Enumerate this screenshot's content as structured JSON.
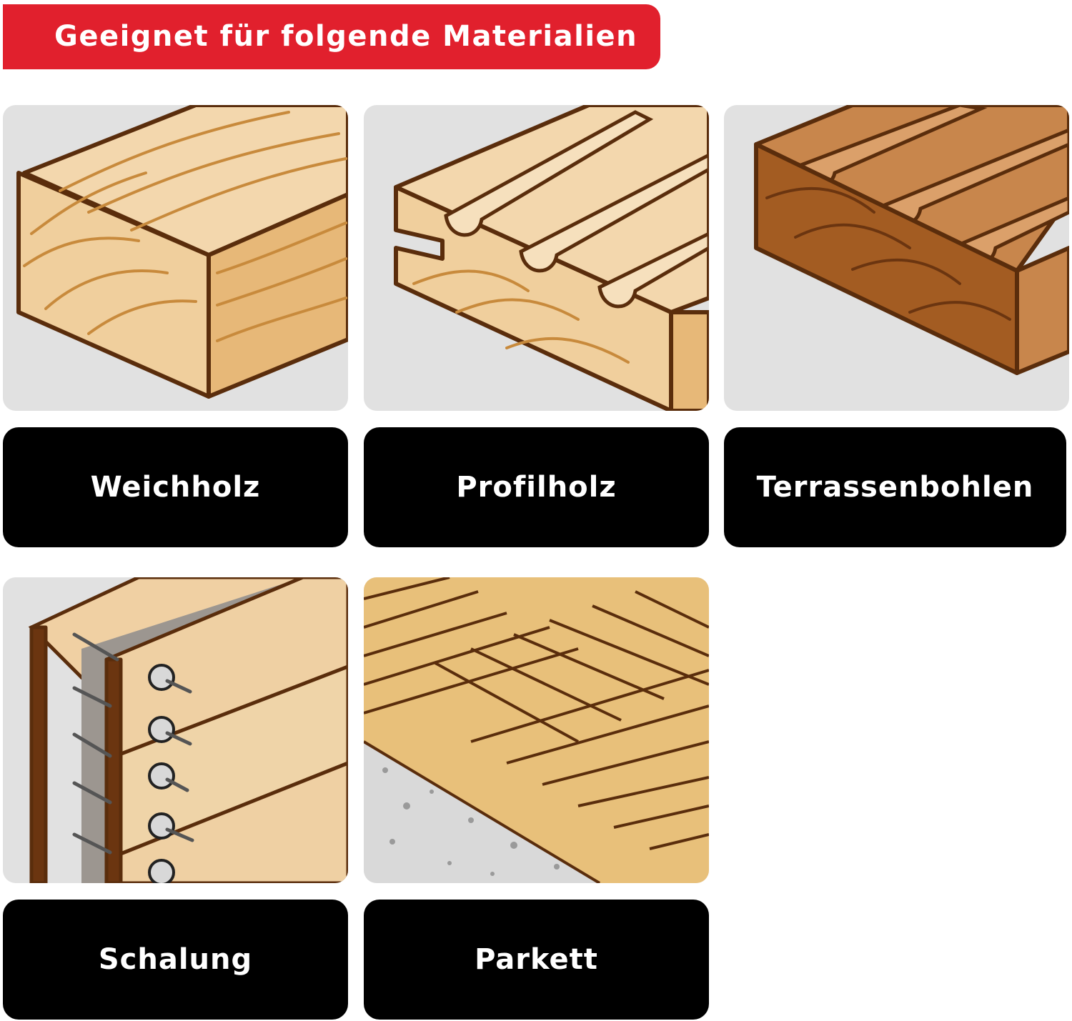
{
  "banner": {
    "title": "Geeignet für folgende Materialien",
    "color": "#e1202d"
  },
  "materials": [
    {
      "name": "Weichholz",
      "icon": "softwood-beam-icon"
    },
    {
      "name": "Profilholz",
      "icon": "profiled-wood-icon"
    },
    {
      "name": "Terrassenbohlen",
      "icon": "decking-board-icon"
    },
    {
      "name": "Schalung",
      "icon": "cladding-icon"
    },
    {
      "name": "Parkett",
      "icon": "parquet-icon"
    }
  ],
  "colors": {
    "outline": "#5a2d0c",
    "light_wood": "#f2d3a6",
    "mid_wood": "#e6b878",
    "dark_wood": "#a8622a",
    "tile_bg": "#e1e1e1",
    "label_bg": "#000000"
  }
}
